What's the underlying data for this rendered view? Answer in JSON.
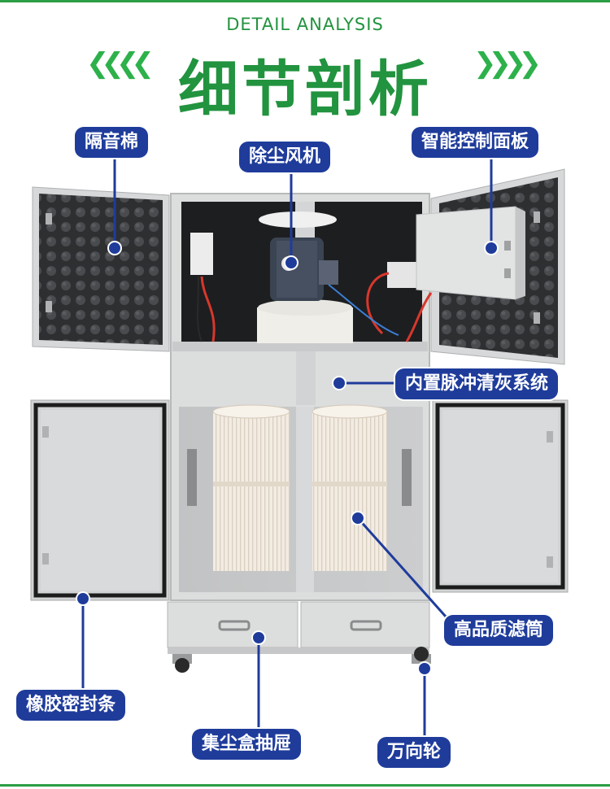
{
  "header": {
    "subtitle": "DETAIL ANALYSIS",
    "title": "细节剖析",
    "left_arrows": "❮❮❮❮",
    "right_arrows": "❯❯❯❯"
  },
  "callouts": {
    "sound_insulation": "隔音棉",
    "dust_fan": "除尘风机",
    "control_panel": "智能控制面板",
    "pulse_cleaning": "内置脉冲清灰系统",
    "filter_cartridge": "高品质滤筒",
    "rubber_seal": "橡胶密封条",
    "dust_drawer": "集尘盒抽屉",
    "caster_wheel": "万向轮"
  },
  "colors": {
    "accent_green": "#22933f",
    "label_blue": "#1f3c9b",
    "cabinet_grey": "#d9dadb"
  }
}
